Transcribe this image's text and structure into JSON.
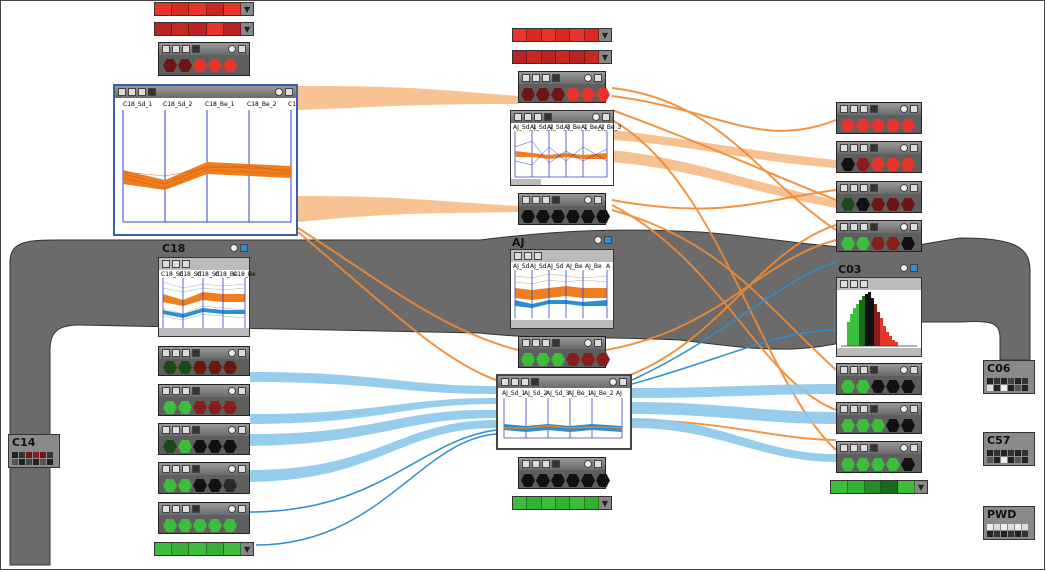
{
  "groups": {
    "c18": "C18",
    "aj": "AJ",
    "c03": "C03",
    "c14": "C14",
    "c06": "C06",
    "c57": "C57",
    "pwd": "PWD"
  },
  "c18_columns": [
    "C18_Sd_1",
    "C18_Sd_2",
    "C18_Be_1",
    "C18_Be_2",
    "C1"
  ],
  "aj_columns_top": [
    "AJ_Sd_1",
    "AJ_Sd_2",
    "AJ_Sd_3",
    "AJ_Be_1",
    "AJ_Be_2",
    "AJ_Be_3"
  ],
  "aj_columns_bottom": [
    "AJ_Sd_1",
    "AJ_Sd_2",
    "AJ_Sd_3",
    "AJ_Be_1",
    "AJ_Be_2",
    "AJ"
  ],
  "c18_group_columns": [
    "C18_Sd",
    "C18_Sd",
    "C18_Sd",
    "C18_Be",
    "C18_Be"
  ],
  "aj_group_columns": [
    "AJ_Sd",
    "AJ_Sd",
    "AJ_Sd",
    "AJ_Be",
    "AJ_Be",
    "A"
  ],
  "colors": {
    "orange": "#f07d1e",
    "orange_light": "#f6b880",
    "blue": "#2b8fd0",
    "blue_light": "#8cc8ea",
    "red": "#e8352c",
    "dark_red": "#6e1515",
    "green": "#3cbe3c",
    "black": "#111111",
    "band": "#6b6b6b"
  },
  "icons": [
    "grid-icon",
    "gear-icon",
    "list-icon",
    "target-icon",
    "info-icon",
    "arrow-left-icon"
  ]
}
